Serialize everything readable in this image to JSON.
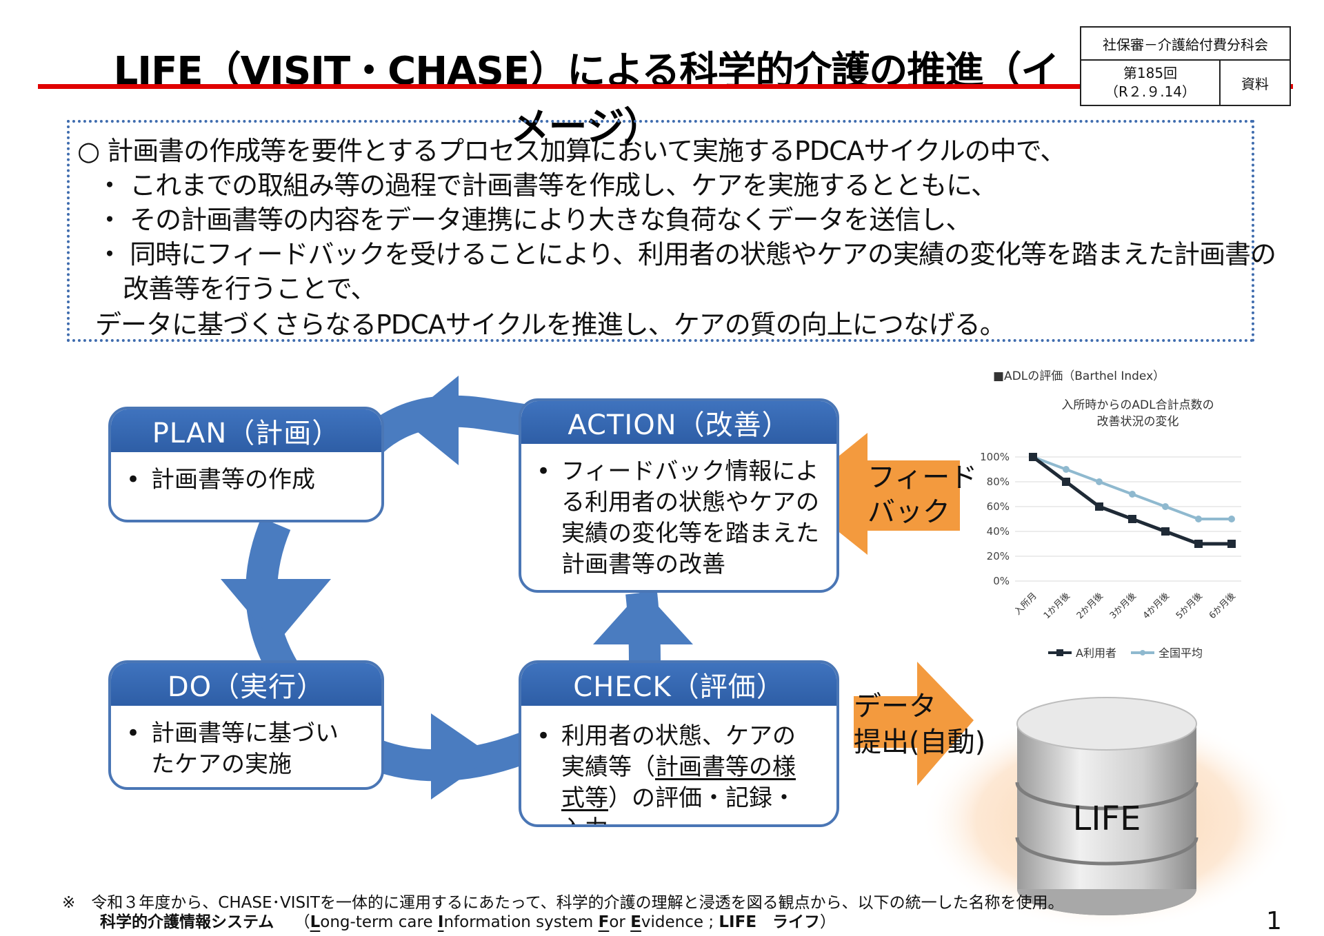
{
  "header": {
    "title": "LIFE（VISIT・CHASE）による科学的介護の推進（イメージ）",
    "committee": "社保審－介護給付費分科会",
    "session": "第185回",
    "date": "（R２.９.14）",
    "doc_type": "資料"
  },
  "intro": {
    "lines": [
      "○ 計画書の作成等を要件とするプロセス加算において実施するPDCAサイクルの中で、",
      "・ これまでの取組み等の過程で計画書等を作成し、ケアを実施するとともに、",
      "・ その計画書等の内容をデータ連携により大きな負荷なくデータを送信し、",
      "・ 同時にフィードバックを受けることにより、利用者の状態やケアの実績の変化等を踏まえた計画書の",
      "改善等を行うことで、",
      "データに基づくさらなるPDCAサイクルを推進し、ケアの質の向上につなげる。"
    ]
  },
  "pdca": {
    "plan": {
      "title": "PLAN（計画）",
      "item": "計画書等の作成"
    },
    "action": {
      "title": "ACTION（改善）",
      "item": "フィードバック情報による利用者の状態やケアの実績の変化等を踏まえた計画書等の改善"
    },
    "do": {
      "title": "DO（実行）",
      "item": "計画書等に基づいたケアの実施"
    },
    "check": {
      "title": "CHECK（評価）",
      "item_before": "利用者の状態、ケアの実績等（",
      "item_link": "計画書等の様式等",
      "item_after": "）の評価・記録・入力"
    }
  },
  "labels": {
    "feedback_line1": "フィード",
    "feedback_line2": "バック",
    "data_line1": "データ",
    "data_line2": "提出(自動)",
    "database": "LIFE"
  },
  "colors": {
    "primary_blue": "#2e5ea6",
    "arrow_blue": "#4a7cc0",
    "orange": "#f39a3e",
    "title_rule": "#e00000",
    "series_a": "#1f2a36",
    "series_national": "#8fb9cf"
  },
  "chart_data": {
    "type": "line",
    "header": "■ADLの評価（Barthel Index）",
    "title_line1": "入所時からのADL合計点数の",
    "title_line2": "改善状況の変化",
    "categories": [
      "入所月",
      "1か月後",
      "2か月後",
      "3か月後",
      "4か月後",
      "5か月後",
      "6か月後"
    ],
    "yticks": [
      "0%",
      "20%",
      "40%",
      "60%",
      "80%",
      "100%"
    ],
    "ylim": [
      0,
      100
    ],
    "series": [
      {
        "name": "A利用者",
        "values": [
          100,
          80,
          60,
          50,
          40,
          30,
          30
        ]
      },
      {
        "name": "全国平均",
        "values": [
          100,
          90,
          80,
          70,
          60,
          50,
          50
        ]
      }
    ],
    "legend": "bottom",
    "grid": true
  },
  "footnote": {
    "line1": "※　令和３年度から、CHASE･VISITを一体的に運用するにあたって、科学的介護の理解と浸透を図る観点から、以下の統一した名称を使用。",
    "system_name": "科学的介護情報システム",
    "abbr_L": "L",
    "abbr_text1": "ong-term care ",
    "abbr_I": "I",
    "abbr_text2": "nformation system ",
    "abbr_F": "F",
    "abbr_text3": "or ",
    "abbr_E": "E",
    "abbr_text4": "vidence ; ",
    "abbr_tail": "LIFE　ライフ",
    "open_paren": "（",
    "close_paren": "）"
  },
  "page_number": "1"
}
